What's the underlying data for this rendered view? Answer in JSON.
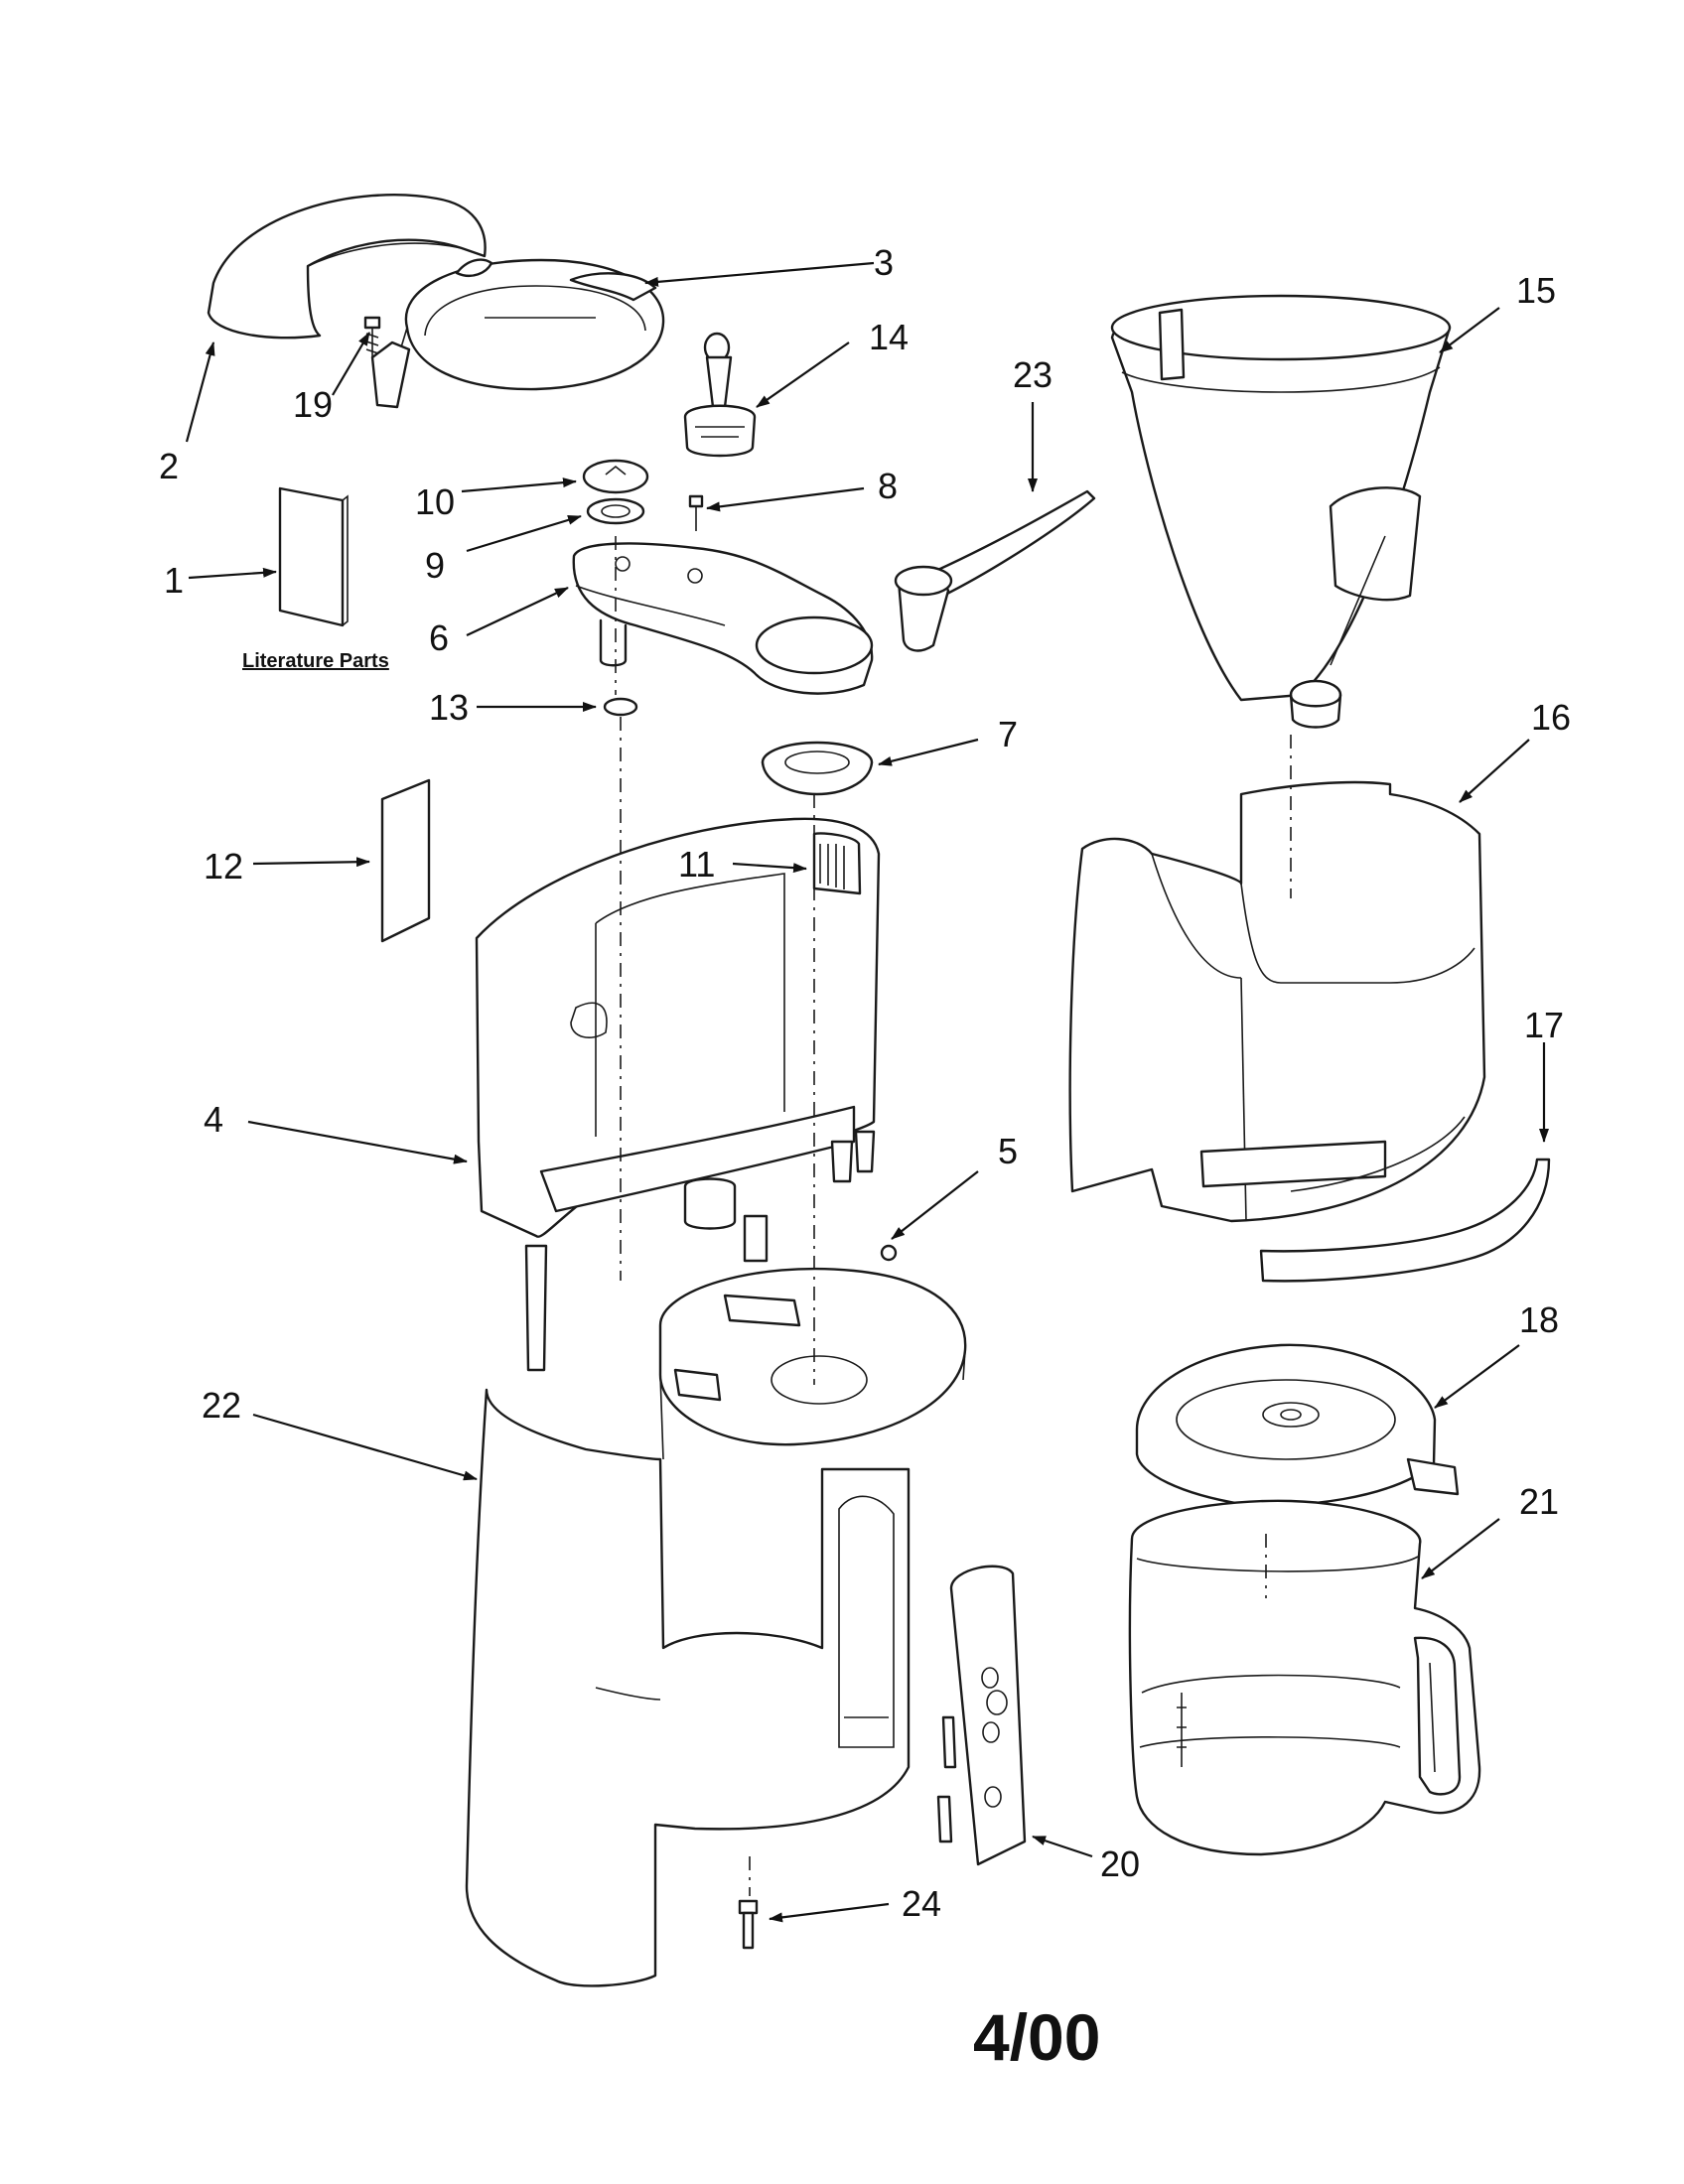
{
  "callouts": {
    "c1": "1",
    "c2": "2",
    "c3": "3",
    "c4": "4",
    "c5": "5",
    "c6": "6",
    "c7": "7",
    "c8": "8",
    "c9": "9",
    "c10": "10",
    "c11": "11",
    "c12": "12",
    "c13": "13",
    "c14": "14",
    "c15": "15",
    "c16": "16",
    "c17": "17",
    "c18": "18",
    "c19": "19",
    "c20": "20",
    "c21": "21",
    "c22": "22",
    "c23": "23",
    "c24": "24"
  },
  "literature_label": "Literature Parts",
  "date_code": "4/00"
}
